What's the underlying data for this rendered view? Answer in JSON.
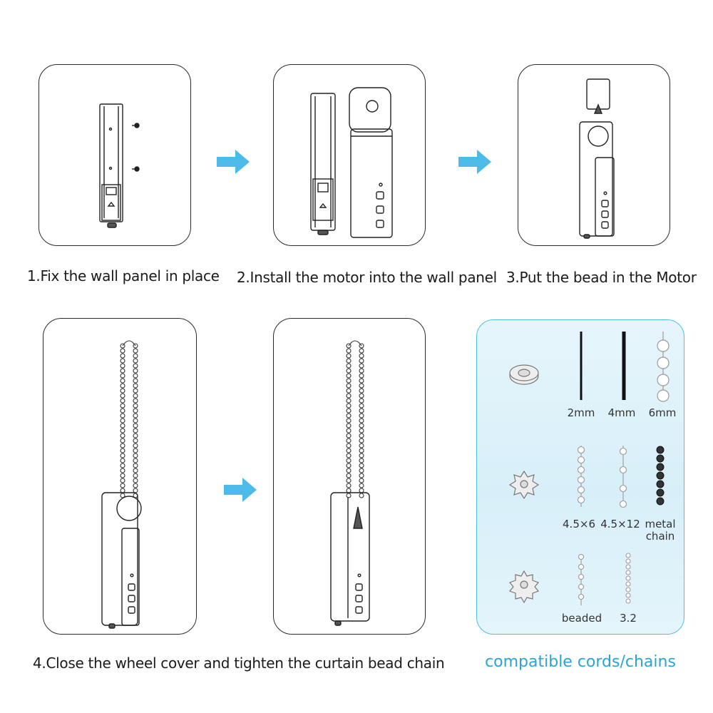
{
  "steps": [
    {
      "caption": "1.Fix the wall panel in place"
    },
    {
      "caption": "2.Install the motor into the wall panel"
    },
    {
      "caption": "3.Put the bead in the Motor"
    },
    {
      "caption": "4.Close the wheel cover and tighten the curtain bead chain"
    }
  ],
  "compatible": {
    "title": "compatible cords/chains",
    "rows": [
      {
        "pulley": "round-pulley",
        "items": [
          "2mm",
          "4mm",
          "6mm"
        ]
      },
      {
        "pulley": "star-pulley",
        "items": [
          "4.5×6",
          "4.5×12",
          "metal chain"
        ]
      },
      {
        "pulley": "gear-pulley",
        "items": [
          "beaded",
          "3.2"
        ]
      }
    ]
  },
  "colors": {
    "arrow": "#4dbbe9",
    "accent": "#2aa3d6",
    "outline": "#2b2b2b"
  }
}
